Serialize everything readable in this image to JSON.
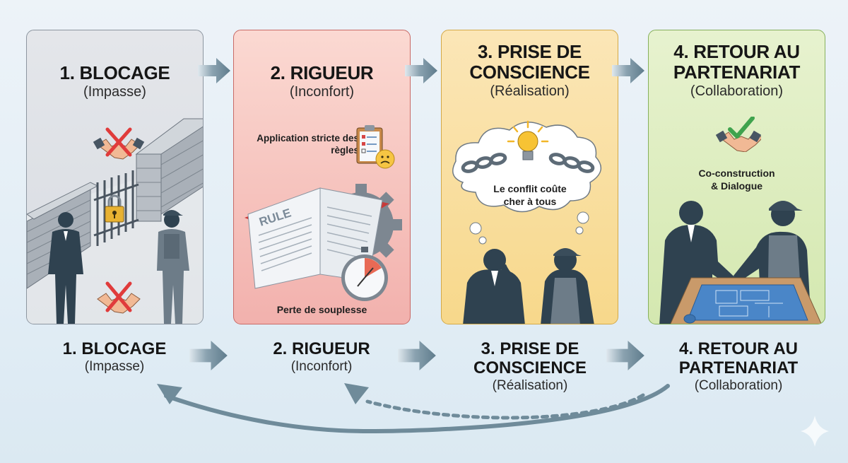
{
  "stages": [
    {
      "title": "1. BLOCAGE",
      "subtitle": "(Impasse)",
      "icons": [
        "handshake-crossed-icon",
        "brick-wall-icon",
        "locked-gate-icon",
        "padlock-icon",
        "businessman-figure",
        "worker-figure",
        "handshake-crossed-icon"
      ],
      "colors": {
        "background": "#dcdfe4",
        "border": "#8d96a0"
      }
    },
    {
      "title": "2. RIGUEUR",
      "subtitle": "(Inconfort)",
      "note_top": "Application stricte des règles",
      "note_bottom": "Perte de souplesse",
      "book_label": "RULE",
      "icons": [
        "clipboard-checklist-icon",
        "sad-face-icon",
        "rule-book-icon",
        "gear-icon",
        "stopwatch-icon"
      ],
      "colors": {
        "background": "#f6c3bd",
        "border": "#c96a66"
      }
    },
    {
      "title": "3. PRISE DE CONSCIENCE",
      "title_lines": [
        "3. PRISE DE",
        "CONSCIENCE"
      ],
      "subtitle": "(Réalisation)",
      "thought": "Le conflit coûte cher à tous",
      "thought_lines": [
        "Le conflit coûte",
        "cher à tous"
      ],
      "icons": [
        "thought-cloud-icon",
        "lightbulb-icon",
        "broken-chain-icon",
        "businessman-thinking-figure",
        "worker-thinking-figure"
      ],
      "colors": {
        "background": "#f9dfa0",
        "border": "#d4a947"
      }
    },
    {
      "title": "4. RETOUR AU PARTENARIAT",
      "title_lines": [
        "4. RETOUR AU",
        "PARTENARIAT"
      ],
      "subtitle": "(Collaboration)",
      "note": "Co-construction & Dialogue",
      "note_lines": [
        "Co-construction",
        "& Dialogue"
      ],
      "icons": [
        "handshake-check-icon",
        "businessman-figure",
        "worker-figure",
        "blueprint-table-icon"
      ],
      "colors": {
        "background": "#dcecbf",
        "border": "#86b05c"
      }
    }
  ],
  "cycle": {
    "labels": [
      {
        "title": "1. BLOCAGE",
        "subtitle": "(Impasse)"
      },
      {
        "title": "2. RIGUEUR",
        "subtitle": "(Inconfort)"
      },
      {
        "title_lines": [
          "3. PRISE DE",
          "CONSCIENCE"
        ],
        "subtitle": "(Réalisation)"
      },
      {
        "title_lines": [
          "4. RETOUR AU",
          "PARTENARIAT"
        ],
        "subtitle": "(Collaboration)"
      }
    ],
    "return_arrows": [
      {
        "from": "4",
        "to": "1",
        "style": "solid"
      },
      {
        "from": "4",
        "to": "2",
        "style": "dotted"
      }
    ]
  },
  "colors": {
    "arrow": "#6f8b9a",
    "figure": "#2f4250",
    "red_x": "#e03b3b",
    "check": "#3fa34d",
    "bulb": "#f7c334"
  }
}
